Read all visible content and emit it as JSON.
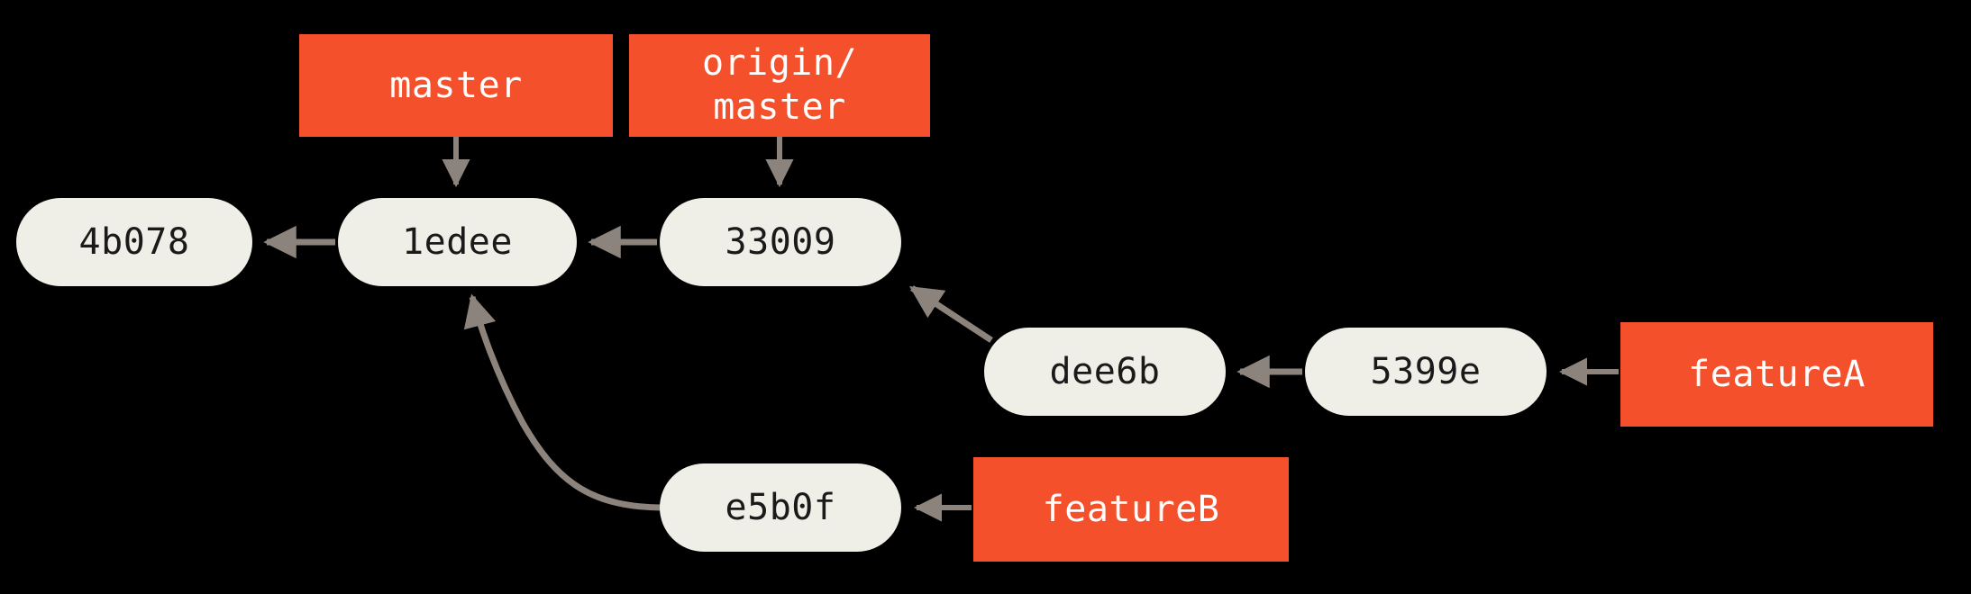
{
  "diagram": {
    "title": "git-branch-history",
    "background_color": "#000000",
    "commit_fill": "#EFEFE7",
    "commit_text_color": "#1A1A1A",
    "branch_fill": "#F4502B",
    "branch_text_color": "#FFFFFF",
    "edge_color": "#8C847C"
  },
  "commits": [
    {
      "id": "4b078",
      "label": "4b078"
    },
    {
      "id": "1edee",
      "label": "1edee"
    },
    {
      "id": "33009",
      "label": "33009"
    },
    {
      "id": "dee6b",
      "label": "dee6b"
    },
    {
      "id": "5399e",
      "label": "5399e"
    },
    {
      "id": "e5b0f",
      "label": "e5b0f"
    }
  ],
  "branches": [
    {
      "id": "master",
      "label": "master",
      "points_to": "1edee"
    },
    {
      "id": "origin-master",
      "label": "origin/\nmaster",
      "points_to": "33009"
    },
    {
      "id": "featureA",
      "label": "featureA",
      "points_to": "5399e"
    },
    {
      "id": "featureB",
      "label": "featureB",
      "points_to": "e5b0f"
    }
  ],
  "edges": [
    {
      "from": "1edee",
      "to": "4b078",
      "kind": "parent"
    },
    {
      "from": "33009",
      "to": "1edee",
      "kind": "parent"
    },
    {
      "from": "dee6b",
      "to": "33009",
      "kind": "parent"
    },
    {
      "from": "5399e",
      "to": "dee6b",
      "kind": "parent"
    },
    {
      "from": "e5b0f",
      "to": "1edee",
      "kind": "parent"
    },
    {
      "from": "master",
      "to": "1edee",
      "kind": "branch-pointer"
    },
    {
      "from": "origin-master",
      "to": "33009",
      "kind": "branch-pointer"
    },
    {
      "from": "featureA",
      "to": "5399e",
      "kind": "branch-pointer"
    },
    {
      "from": "featureB",
      "to": "e5b0f",
      "kind": "branch-pointer"
    }
  ]
}
